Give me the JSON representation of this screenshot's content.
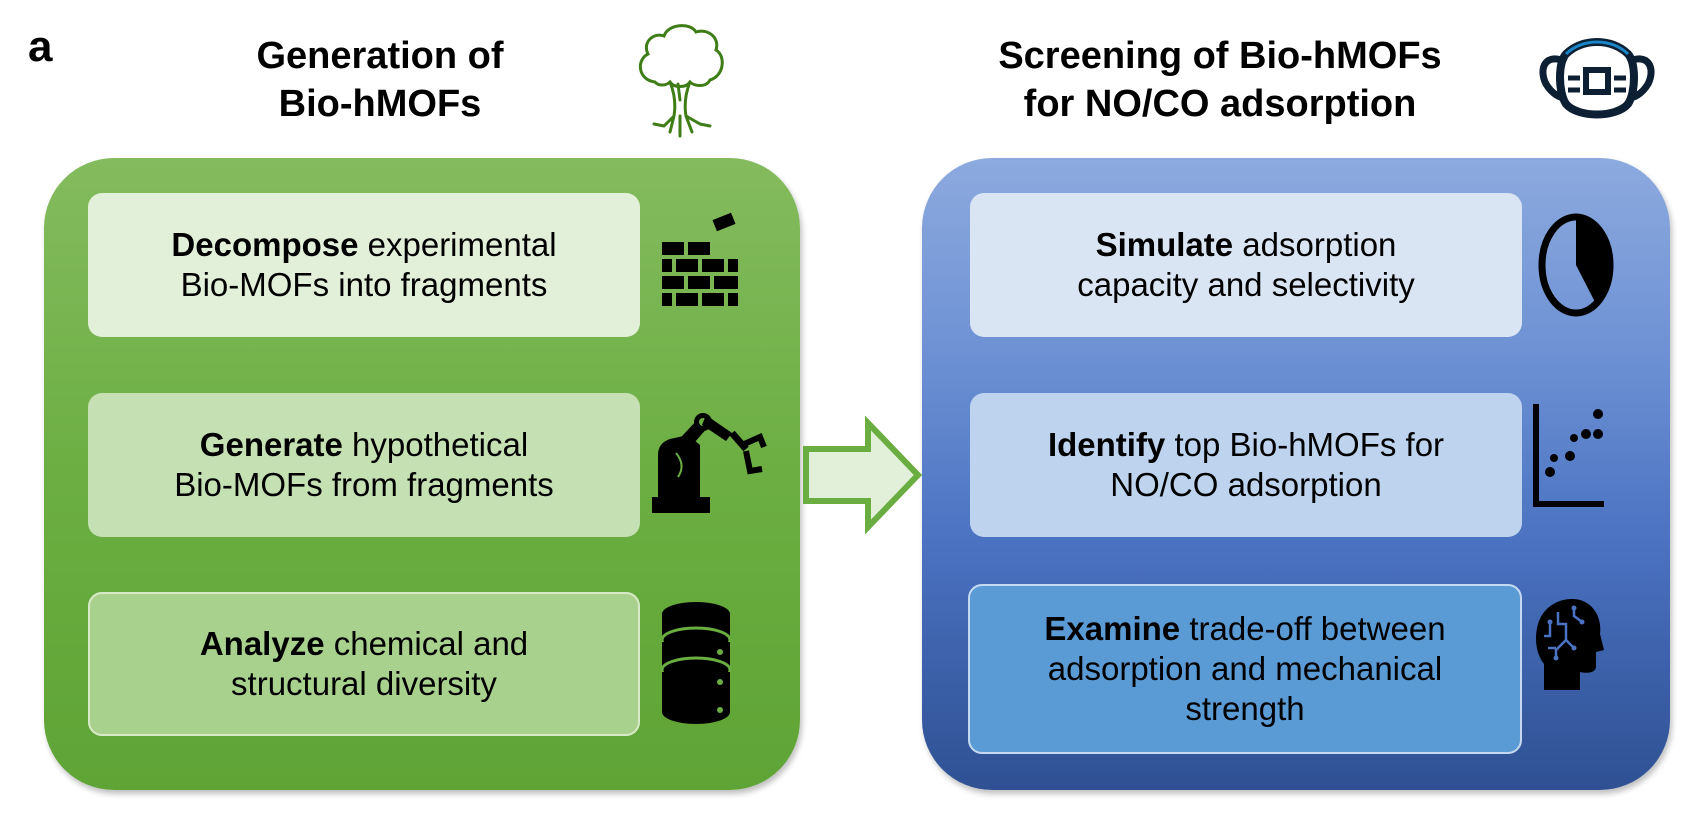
{
  "panel_label": "a",
  "left_column": {
    "title_line1": "Generation of",
    "title_line2": "Bio-hMOFs",
    "header_icon": "tree-icon",
    "steps": [
      {
        "bold": "Decompose",
        "rest_line1": " experimental",
        "line2": "Bio-MOFs into fragments",
        "icon": "brick-wall-icon"
      },
      {
        "bold": "Generate",
        "rest_line1": " hypothetical",
        "line2": "Bio-MOFs from fragments",
        "icon": "robot-arm-icon"
      },
      {
        "bold": "Analyze",
        "rest_line1": " chemical and",
        "line2": "structural diversity",
        "icon": "database-icon"
      }
    ],
    "colors": {
      "box": "#6aad40",
      "step1": "#e2efd9",
      "step2": "#c5e0b3",
      "step3": "#a9d18e"
    }
  },
  "arrow": {
    "icon": "right-arrow-icon",
    "fill": "#e2efd9",
    "stroke": "#6aad40"
  },
  "right_column": {
    "title_line1": "Screening of Bio-hMOFs",
    "title_line2": "for NO/CO adsorption",
    "header_icon": "face-mask-icon",
    "steps": [
      {
        "bold": "Simulate",
        "rest_line1": " adsorption",
        "line2": "capacity and selectivity",
        "line3": "",
        "icon": "pie-chart-icon"
      },
      {
        "bold": "Identify",
        "rest_line1": " top Bio-hMOFs for",
        "line2": "NO/CO adsorption",
        "line3": "",
        "icon": "scatter-plot-icon"
      },
      {
        "bold": "Examine",
        "rest_line1": " trade-off between",
        "line2": "adsorption and mechanical",
        "line3": "strength",
        "icon": "ai-head-icon"
      }
    ],
    "colors": {
      "box": "#4b73c2",
      "step1": "#dae5f3",
      "step2": "#bdd3ee",
      "step3": "#5b9bd5"
    }
  }
}
